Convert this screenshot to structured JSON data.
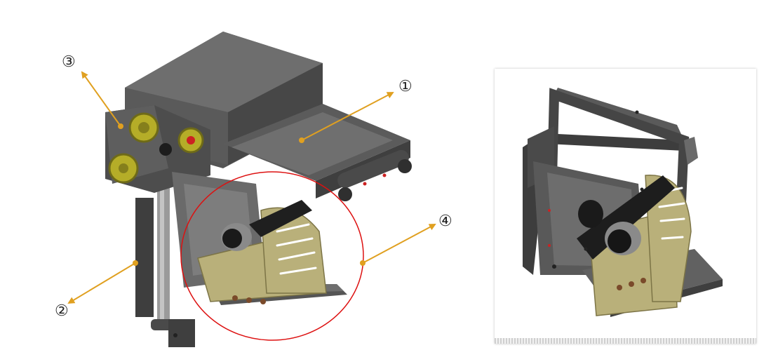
{
  "callouts": [
    {
      "id": 1,
      "label": "①"
    },
    {
      "id": 2,
      "label": "②"
    },
    {
      "id": 3,
      "label": "③"
    },
    {
      "id": 4,
      "label": "④"
    }
  ],
  "colors": {
    "arrow": "#e0a020",
    "highlight": "#dd1111",
    "body_dark": "#4a4a4a",
    "body_mid": "#6b6b6b",
    "body_light": "#8a8a8a",
    "gear": "#b5ad28",
    "tan_plate": "#b9b07a"
  }
}
